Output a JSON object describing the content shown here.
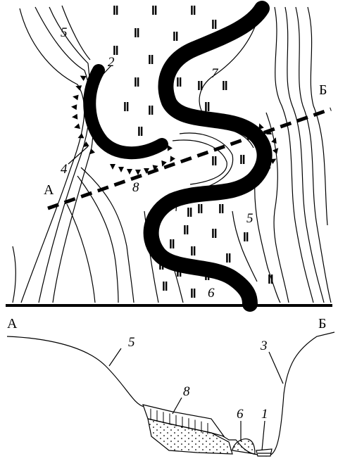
{
  "plan_map": {
    "section_start": "А",
    "section_end": "Б",
    "labels": {
      "n5_top": "5",
      "n2": "2",
      "n7": "7",
      "n4": "4",
      "n8": "8",
      "n5_right": "5",
      "n6": "6"
    }
  },
  "cross_section": {
    "left_end": "А",
    "right_end": "Б",
    "labels": {
      "n5": "5",
      "n3": "3",
      "n8": "8",
      "n6": "6",
      "n1": "1"
    }
  },
  "icons": [
    "floodplain-hatch-icon",
    "bank-erosion-triangle-icon"
  ]
}
